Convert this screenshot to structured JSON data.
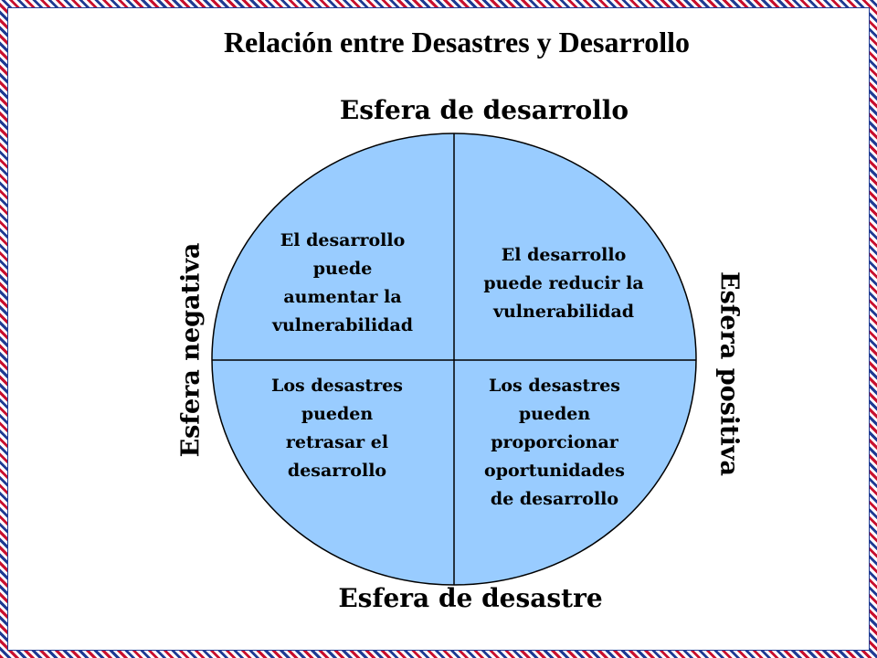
{
  "title": "Relación entre Desastres y Desarrollo",
  "axes": {
    "top": "Esfera de desarrollo",
    "bottom": "Esfera de desastre",
    "left": "Esfera negativa",
    "right": "Esfera positiva"
  },
  "quadrants": {
    "top_left": "El desarrollo\npuede\naumentar la\nvulnerabilidad",
    "top_right": "El desarrollo\npuede reducir la\nvulnerabilidad",
    "bottom_left": "Los desastres\npueden\nretrasar el\ndesarrollo",
    "bottom_right": "Los desastres\npueden\nproporcionar\noportunidades\nde desarrollo"
  },
  "colors": {
    "circle_fill": "#99ccff",
    "line": "#000000",
    "frame_red": "#c8102e",
    "frame_blue": "#1f3a93"
  }
}
